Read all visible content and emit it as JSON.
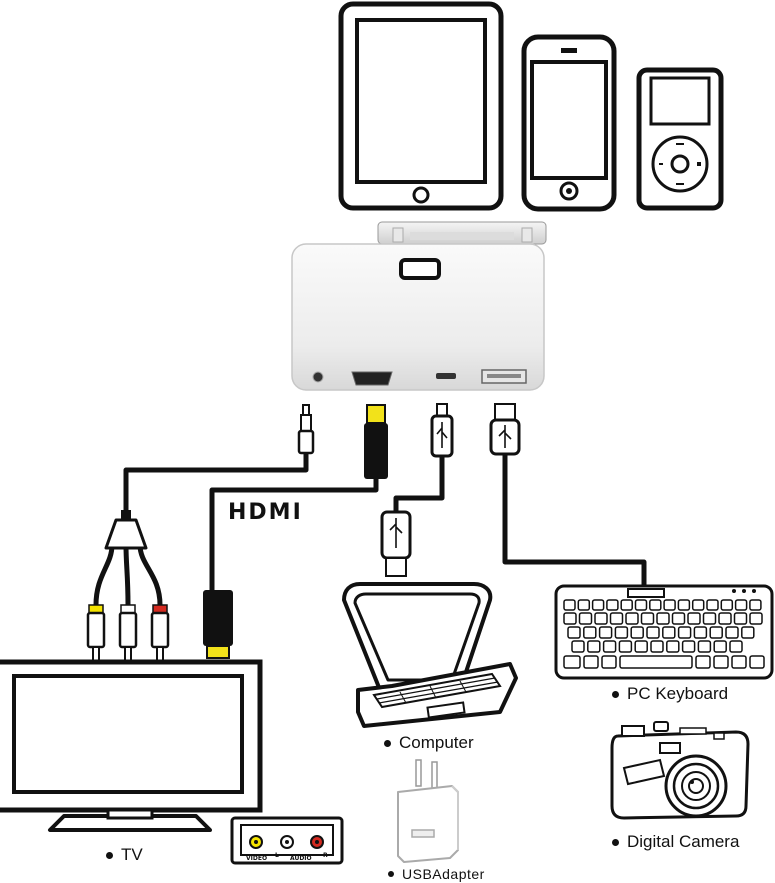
{
  "labels": {
    "hdmi": "HDMI",
    "pc_keyboard": "PC Keyboard",
    "computer": "Computer",
    "digital_camera": "Digital Camera",
    "tv": "TV",
    "usb_adapter": "USBAdapter"
  },
  "av_panel": {
    "video": "VIDEO",
    "left": "L",
    "audio": "AUDIO",
    "right": "R"
  },
  "colors": {
    "line": "#111111",
    "hdmi_tip": "#f2e21a",
    "rca_yellow": "#f5e400",
    "rca_white": "#ffffff",
    "rca_red": "#d42a20",
    "adapter_body": "#f3f3f3"
  }
}
